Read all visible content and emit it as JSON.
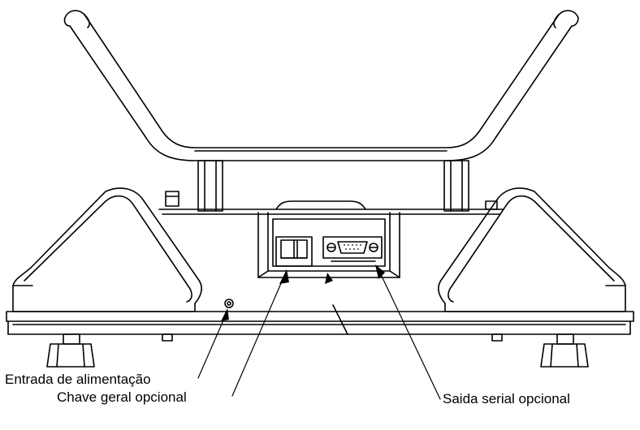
{
  "diagram": {
    "callouts": {
      "power_input": "Entrada de alimentação",
      "main_switch": "Chave geral opcional",
      "serial_output": "Saida serial opcional"
    },
    "colors": {
      "line": "#000000",
      "background": "#ffffff",
      "shade": "#d9d9d9"
    }
  }
}
